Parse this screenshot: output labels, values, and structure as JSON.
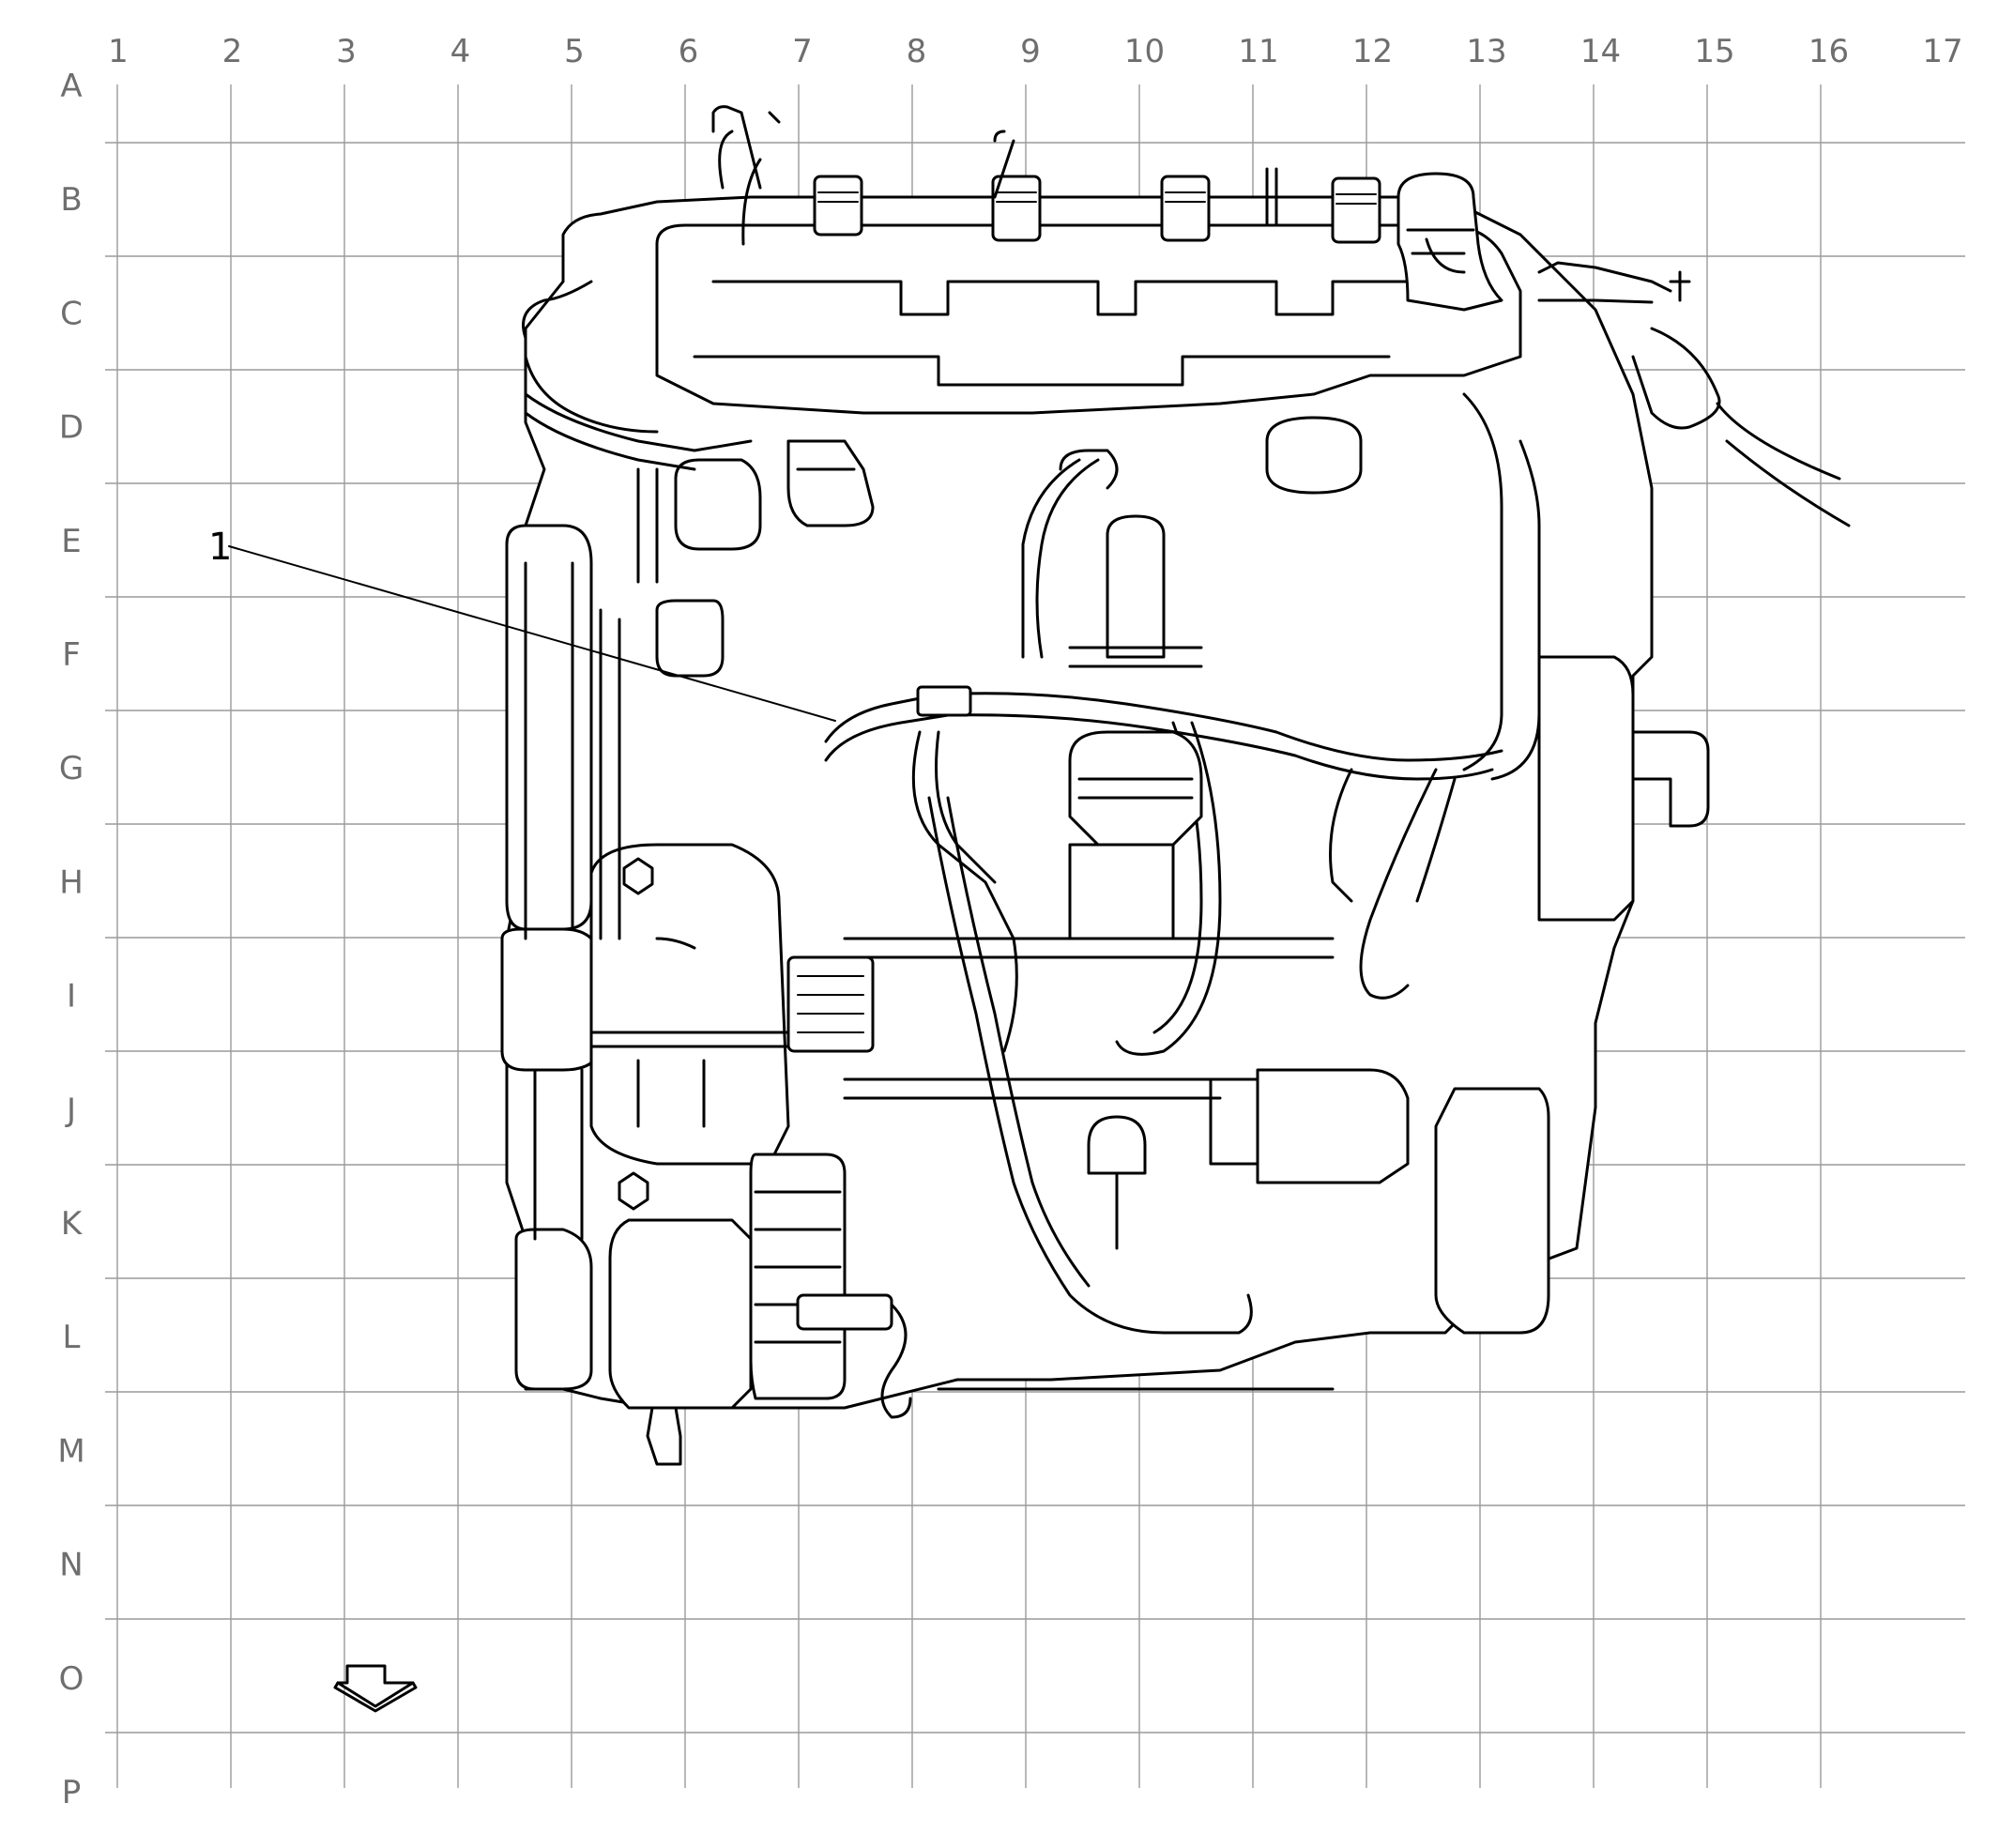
{
  "grid": {
    "columns": [
      "1",
      "2",
      "3",
      "4",
      "5",
      "6",
      "7",
      "8",
      "9",
      "10",
      "11",
      "12",
      "13",
      "14",
      "15",
      "16",
      "17"
    ],
    "rows": [
      "A",
      "B",
      "C",
      "D",
      "E",
      "F",
      "G",
      "H",
      "I",
      "J",
      "K",
      "L",
      "M",
      "N",
      "O",
      "P"
    ]
  },
  "callouts": [
    {
      "label": "1"
    }
  ],
  "colors": {
    "grid_line": "#9a9a9a",
    "grid_label": "#6e6e6e",
    "drawing": "#000000"
  },
  "icons": {
    "view_direction": "down-arrow-icon"
  }
}
